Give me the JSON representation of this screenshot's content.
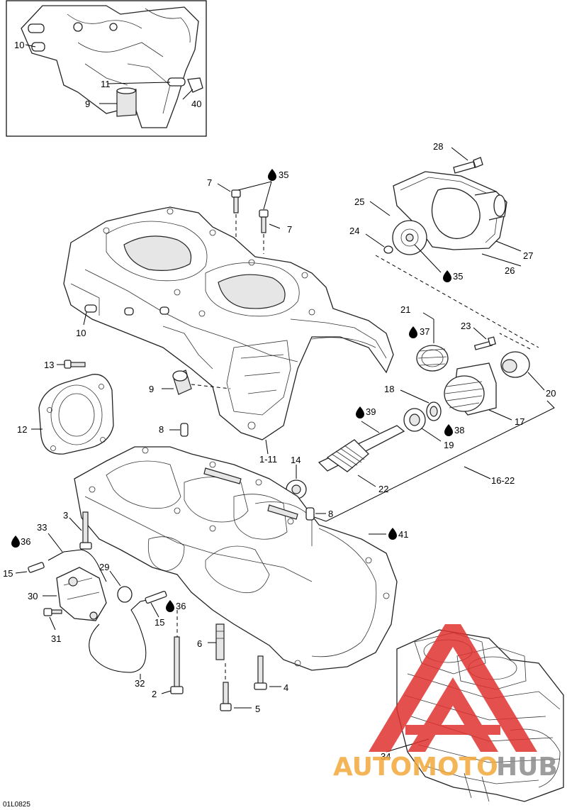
{
  "diagram_code": "01L0825",
  "watermark": {
    "part1": "AUTOMOTO",
    "part2": "HUB",
    "color1": "#f2a93b",
    "color2": "#8c8c8c",
    "logo_color": "#e0322e"
  },
  "labels": {
    "inset_10": "10",
    "inset_11": "11",
    "inset_9": "9",
    "inset_40": "40",
    "l28": "28",
    "l7a": "7",
    "l35a": "35",
    "l7b": "7",
    "l25": "25",
    "l24": "24",
    "l27": "27",
    "l26": "26",
    "l35b": "35",
    "l21": "21",
    "l37": "37",
    "l23": "23",
    "l10": "10",
    "l13": "13",
    "l9": "9",
    "l18": "18",
    "l20": "20",
    "l39": "39",
    "l17": "17",
    "l38": "38",
    "l12": "12",
    "l8a": "8",
    "l19": "19",
    "l1_11": "1-11",
    "l14": "14",
    "l22": "22",
    "l16_22": "16-22",
    "l3": "3",
    "l8b": "8",
    "l33": "33",
    "l36a": "36",
    "l41": "41",
    "l15a": "15",
    "l29": "29",
    "l30": "30",
    "l36b": "36",
    "l15b": "15",
    "l31": "31",
    "l6": "6",
    "l32": "32",
    "l2": "2",
    "l4": "4",
    "l5": "5",
    "l34": "34"
  }
}
